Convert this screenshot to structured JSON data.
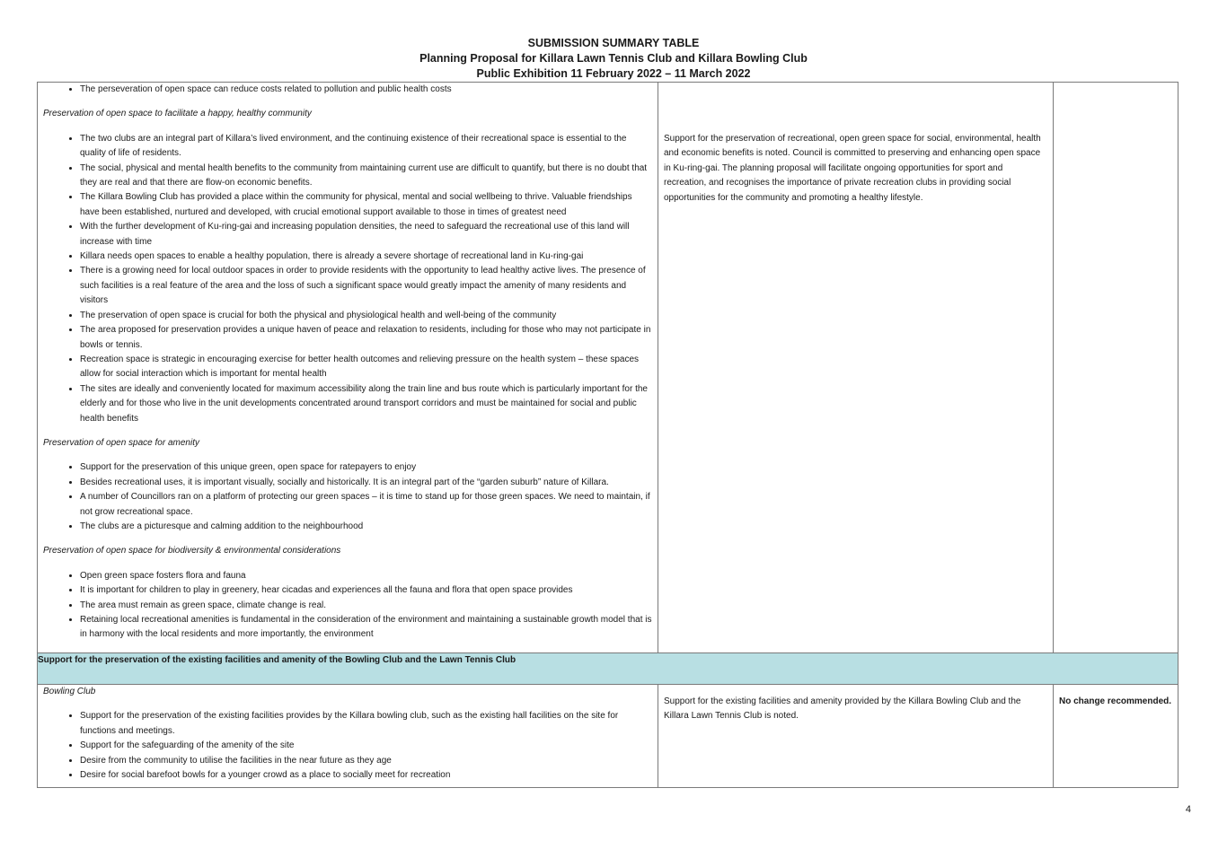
{
  "header": {
    "line1": "SUBMISSION SUMMARY TABLE",
    "line2": "Planning Proposal for Killara Lawn Tennis Club and Killara Bowling Club",
    "line3": "Public Exhibition 11 February 2022 – 11 March 2022"
  },
  "top_row": {
    "bullet0": "The perseveration of open space can reduce costs related to pollution and public health costs",
    "heading_health": "Preservation of open space to facilitate a happy, healthy community",
    "health_items": [
      "The two clubs are an integral part of Killara’s lived environment, and the continuing existence of their recreational space is essential to the quality of life of residents.",
      "The social, physical and mental health benefits to the community from maintaining current use are difficult to quantify, but there is no doubt that they are real and that there are flow-on economic benefits.",
      "The Killara Bowling Club has provided a place within the community for physical, mental and social wellbeing to thrive. Valuable friendships have been established, nurtured and developed, with crucial emotional support available to those in times of greatest need",
      "With the further development of Ku-ring-gai and increasing population densities, the need to safeguard the recreational use of this land will increase with time",
      "Killara needs open spaces to enable a healthy population, there is already a severe shortage of recreational land in Ku-ring-gai",
      "There is a growing need for local outdoor spaces in order to provide residents with the opportunity to lead healthy active lives. The presence of such facilities is a real feature of the area and the loss of such a significant space would greatly impact the amenity of many residents and visitors",
      "The preservation of open space is crucial for both the physical and physiological health and well-being of the community",
      "The area proposed for preservation provides a unique haven of peace and relaxation to residents, including for those who may not participate in bowls or tennis.",
      "Recreation space is strategic in encouraging exercise for better health outcomes and relieving pressure on the health system – these spaces allow for social interaction which is important for mental health",
      "The sites are ideally and conveniently located for maximum accessibility along the train line and bus route which is particularly important for the elderly and for those who live in the unit developments concentrated around transport corridors and must be maintained for social and public health benefits"
    ],
    "heading_amenity": "Preservation of open space for amenity",
    "amenity_items": [
      "Support for the preservation of this unique green, open space for ratepayers to enjoy",
      "Besides recreational uses, it is important visually, socially and historically. It is an integral part of the “garden suburb” nature of Killara.",
      "A number of Councillors ran on a platform of protecting our green spaces – it is time to stand up for those green spaces. We need to maintain, if not grow recreational space.",
      "The clubs are a picturesque and calming addition to the neighbourhood"
    ],
    "heading_bio": "Preservation of open space for biodiversity & environmental considerations",
    "bio_items": [
      "Open green space fosters flora and fauna",
      "It is important for children to play in greenery, hear cicadas and experiences all the fauna and flora that open space provides",
      "The area must remain as green space, climate change is real.",
      "Retaining local recreational amenities is fundamental in the consideration of the environment and maintaining a sustainable growth model that is in harmony with the local residents and more importantly, the environment"
    ],
    "response": "Support for the preservation of recreational, open green space for social, environmental, health and economic benefits is noted. Council is committed to preserving and enhancing open space in Ku-ring-gai. The planning proposal will facilitate ongoing opportunities for sport and recreation, and recognises the importance of private recreation clubs in providing social opportunities for the community and promoting a healthy lifestyle."
  },
  "section": {
    "title": "Support for the preservation of the existing facilities and amenity of the Bowling Club and the Lawn Tennis Club"
  },
  "bowling_row": {
    "heading": "Bowling Club",
    "items": [
      "Support for the preservation of the existing facilities provides by the Killara bowling club, such as the existing hall facilities on the site for functions and meetings.",
      "Support for the safeguarding of the amenity of the site",
      "Desire from the community to utilise the facilities in the near future as they age",
      "Desire for social barefoot bowls for a younger crowd as a place to socially meet for recreation"
    ],
    "response": "Support for the existing facilities and amenity provided by the Killara Bowling Club and the Killara Lawn Tennis Club is noted.",
    "recommendation": "No change recommended."
  },
  "page_number": "4"
}
